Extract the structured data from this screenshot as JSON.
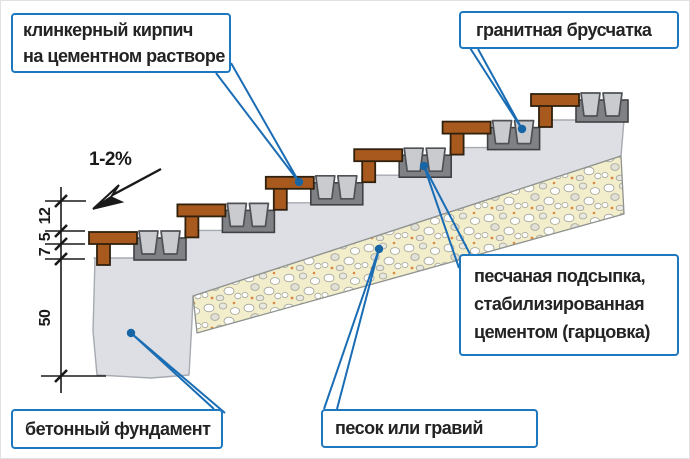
{
  "labels": {
    "clinker": "клинкерный кирпич\nна цементном растворе",
    "granite": "гранитная брусчатка",
    "sand_bedding": "песчаная подсыпка,\nстабилизированная\nцементом (гарцовка)",
    "foundation": "бетонный фундамент",
    "sand_gravel": "песок или гравий",
    "slope": "1-2%"
  },
  "dimensions": {
    "step_tread": "12",
    "bedding": "5",
    "mortar": "7",
    "foundation_depth": "50"
  },
  "colors": {
    "callout_border": "#1e78bf",
    "leader_blue": "#1a6db4",
    "leader_dot": "#1765a5",
    "brick": "#a85a1e",
    "granite": "#c9cbcf",
    "mortar_bed": "#808184",
    "concrete": "#dedfe4",
    "sand_fill": "#f2eecb",
    "line_black": "#1a1a1a"
  }
}
